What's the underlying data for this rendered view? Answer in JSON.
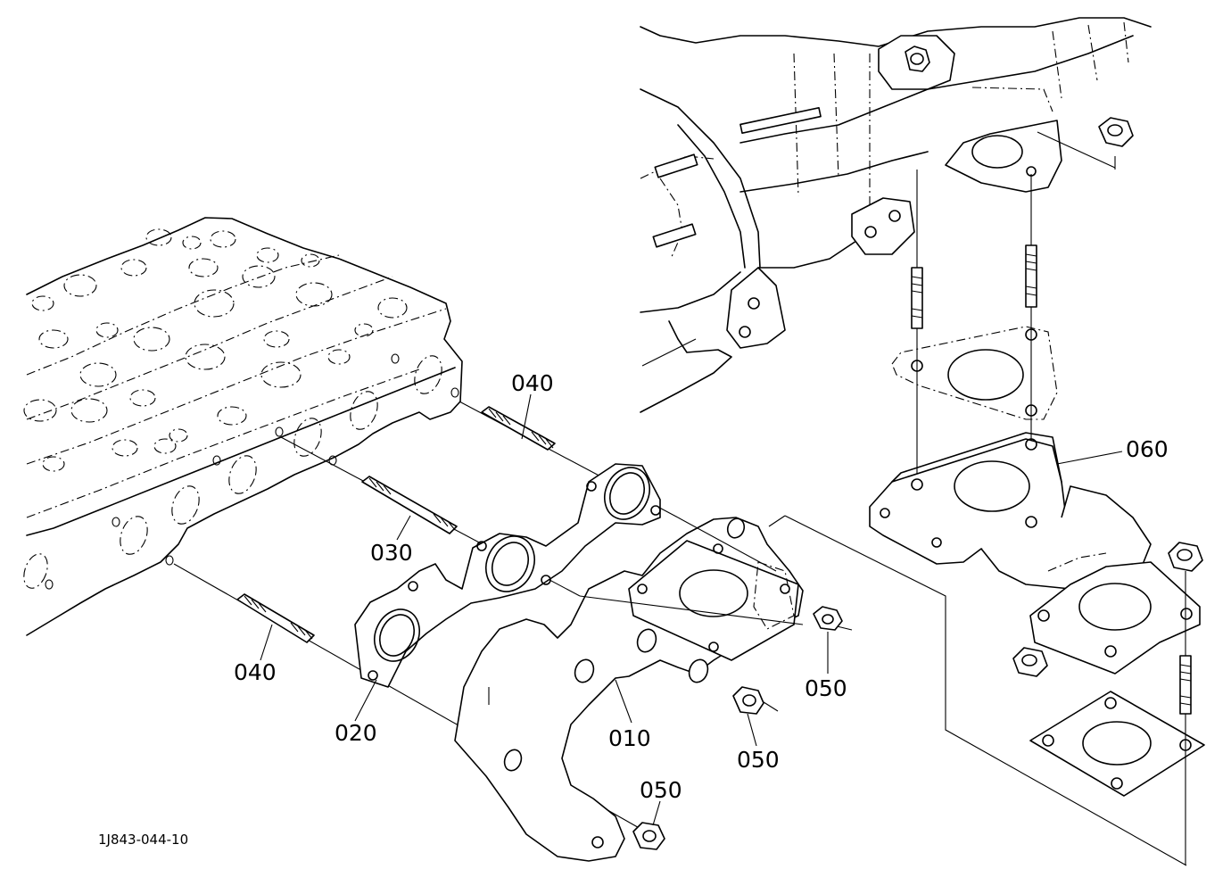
{
  "diagram": {
    "reference_code": "1J843-044-10",
    "callouts": [
      {
        "id": "c040a",
        "text": "040"
      },
      {
        "id": "c040b",
        "text": "040"
      },
      {
        "id": "c030",
        "text": "030"
      },
      {
        "id": "c020",
        "text": "020"
      },
      {
        "id": "c010",
        "text": "010"
      },
      {
        "id": "c050a",
        "text": "050"
      },
      {
        "id": "c050b",
        "text": "050"
      },
      {
        "id": "c050c",
        "text": "050"
      },
      {
        "id": "c060",
        "text": "060"
      }
    ]
  }
}
